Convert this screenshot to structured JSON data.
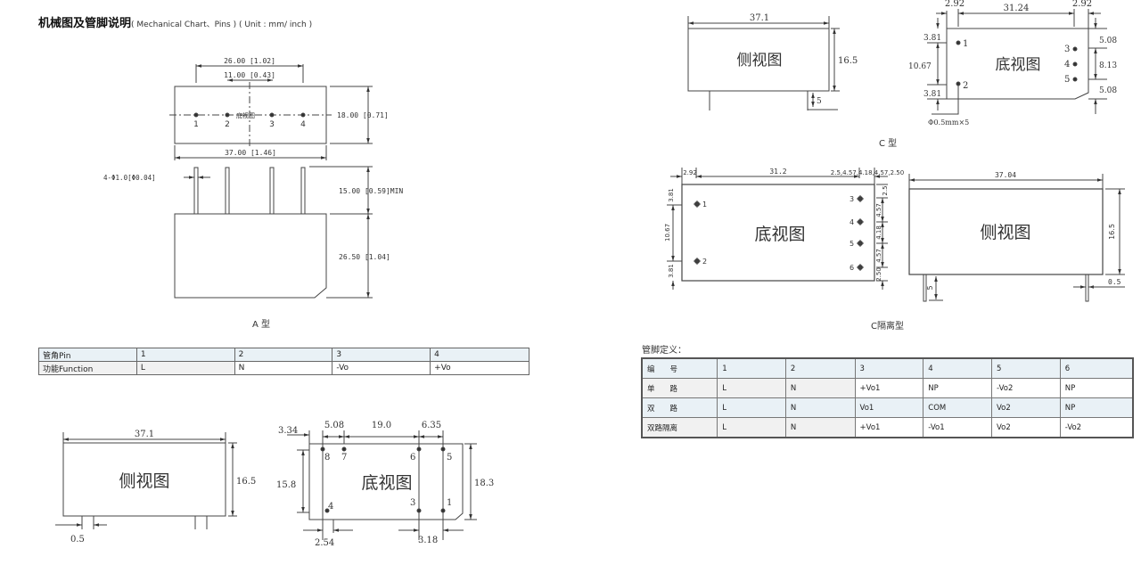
{
  "header": {
    "title": "机械图及管脚说明",
    "subtitle": "( Mechanical Chart、Pins ) ( Unit : mm/ inch )"
  },
  "type_a": {
    "caption": "A 型",
    "bottom_view": {
      "label": "底视图",
      "dim_pin_span": "26.00 [1.02]",
      "dim_inner_span": "11.00 [0.43]",
      "dim_height": "18.00 [0.71]",
      "dim_length": "37.00 [1.46]",
      "pins": [
        "1",
        "2",
        "3",
        "4"
      ]
    },
    "side_view": {
      "dim_pin_diameter": "4-Φ1.0[Φ0.04]",
      "dim_pin_length": "15.00 [0.59]MIN",
      "dim_body_height": "26.50 [1.04]"
    },
    "pin_table": {
      "rows": [
        [
          "管角Pin",
          "1",
          "2",
          "3",
          "4"
        ],
        [
          "功能Function",
          "L",
          "N",
          "-Vo",
          "+Vo"
        ]
      ]
    }
  },
  "type_b": {
    "side_view": {
      "label": "侧视图",
      "dim_length": "37.1",
      "dim_height": "16.5",
      "dim_pin_width": "0.5"
    },
    "bottom_view": {
      "label": "底视图",
      "dim_left_offset": "3.34",
      "dim_pitch_a": "5.08",
      "dim_span": "19.0",
      "dim_pitch_b": "6.35",
      "dim_vertical": "15.8",
      "dim_height": "18.3",
      "dim_bottom_left": "2.54",
      "dim_bottom_right": "3.18",
      "pins": [
        "8",
        "7",
        "6",
        "5",
        "4",
        "3",
        "1"
      ]
    }
  },
  "type_c": {
    "caption": "C 型",
    "side_view": {
      "label": "侧视图",
      "dim_length": "37.1",
      "dim_height": "16.5",
      "dim_pin_length": "5"
    },
    "bottom_view": {
      "label": "底视图",
      "dim_left": "2.92",
      "dim_span": "31.24",
      "dim_right": "2.92",
      "dim_left_top": "3.81",
      "dim_left_mid": "10.67",
      "dim_left_bottom": "3.81",
      "dim_right_top": "5.08",
      "dim_right_mid": "8.13",
      "dim_right_bottom": "5.08",
      "pin_note": "Φ0.5mm×5",
      "pins": [
        "1",
        "2",
        "3",
        "4",
        "5"
      ]
    }
  },
  "type_c_iso": {
    "caption": "C隔离型",
    "bottom_view": {
      "label": "底视图",
      "dim_left": "2.92",
      "dim_span": "31.2",
      "dim_right": [
        "2.5",
        "4.57",
        "4.18",
        "4.57",
        "2.50"
      ],
      "dim_left_top": "3.81",
      "dim_left_mid": "10.67",
      "dim_left_bottom": "3.81",
      "pins": [
        "1",
        "2",
        "3",
        "4",
        "5",
        "6"
      ]
    },
    "side_view": {
      "label": "侧视图",
      "dim_length": "37.04",
      "dim_height": "16.5",
      "dim_pin_length": "5",
      "dim_pin_width": "0.5"
    }
  },
  "pin_definition": {
    "heading": "管脚定义：",
    "rows": [
      [
        "编　　号",
        "1",
        "2",
        "3",
        "4",
        "5",
        "6"
      ],
      [
        "单　　路",
        "L",
        "N",
        "+Vo1",
        "NP",
        "-Vo2",
        "NP"
      ],
      [
        "双　　路",
        "L",
        "N",
        "Vo1",
        "COM",
        "Vo2",
        "NP"
      ],
      [
        "双路隔离",
        "L",
        "N",
        "+Vo1",
        "-Vo1",
        "Vo2",
        "-Vo2"
      ]
    ]
  }
}
